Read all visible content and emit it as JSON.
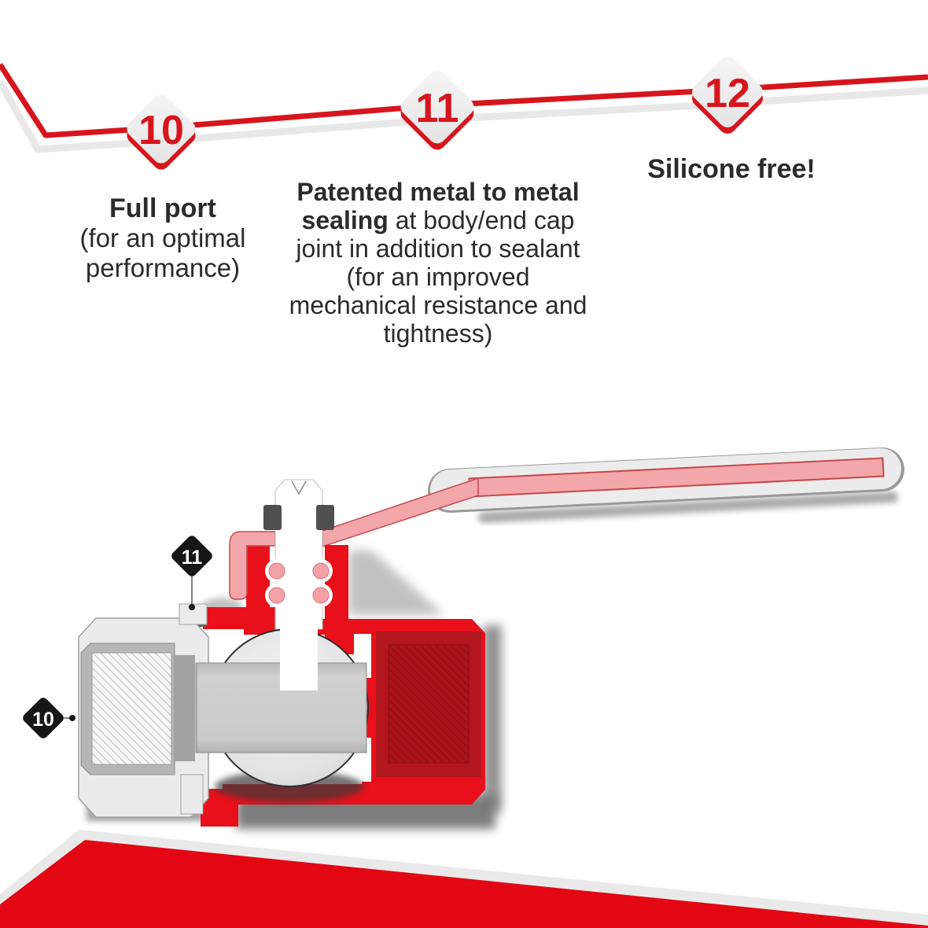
{
  "colors": {
    "brand_red": "#d6151d",
    "valve_red": "#e8101a",
    "thread_red_dark": "#a8141a",
    "handle_pink": "#f3a7aa",
    "diamond_gray": "#ededed",
    "callout_black": "#161616",
    "text_dark": "#2b2b2b"
  },
  "timeline": {
    "markers": [
      {
        "number": "10"
      },
      {
        "number": "11"
      },
      {
        "number": "12"
      }
    ]
  },
  "features": {
    "f10": {
      "bold": "Full port",
      "rest": "(for an optimal performance)"
    },
    "f11": {
      "bold": "Patented metal to metal sealing",
      "rest": " at body/end cap joint in addition to sealant (for an improved mechanical resistance and tightness)"
    },
    "f12": {
      "bold": "Silicone free!"
    }
  },
  "diagram": {
    "callouts": {
      "stem_seal": "11",
      "full_port": "10"
    }
  }
}
